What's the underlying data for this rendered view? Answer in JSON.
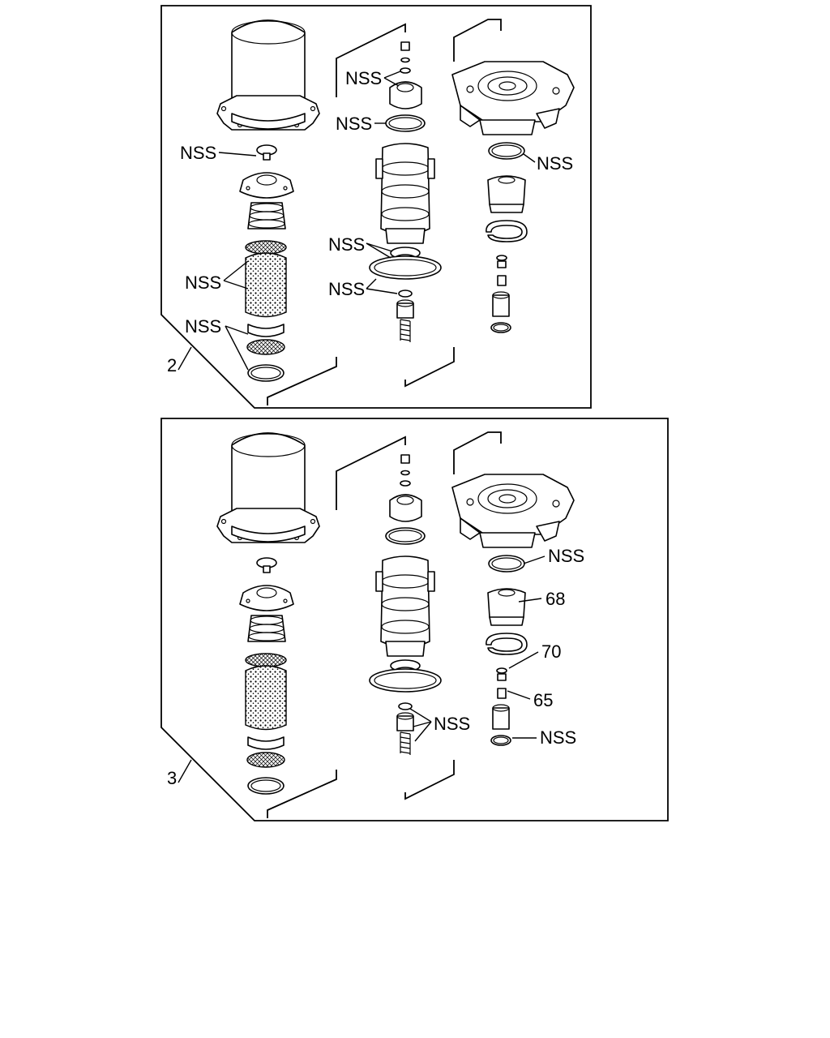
{
  "panels": [
    {
      "id": "2",
      "callout": "2",
      "labels": {
        "nss_cap": "NSS",
        "nss_top_washer": "NSS",
        "nss_top_oring": "NSS",
        "nss_right_ring": "NSS",
        "nss_mid_seals": "NSS",
        "nss_lower_seals": "NSS",
        "nss_filter": "NSS",
        "nss_bottom": "NSS"
      }
    },
    {
      "id": "3",
      "callout": "3",
      "labels": {
        "nss_right_ring": "NSS",
        "part_68": "68",
        "part_70": "70",
        "part_65": "65",
        "nss_spring": "NSS",
        "nss_bottom_ring": "NSS"
      }
    }
  ]
}
